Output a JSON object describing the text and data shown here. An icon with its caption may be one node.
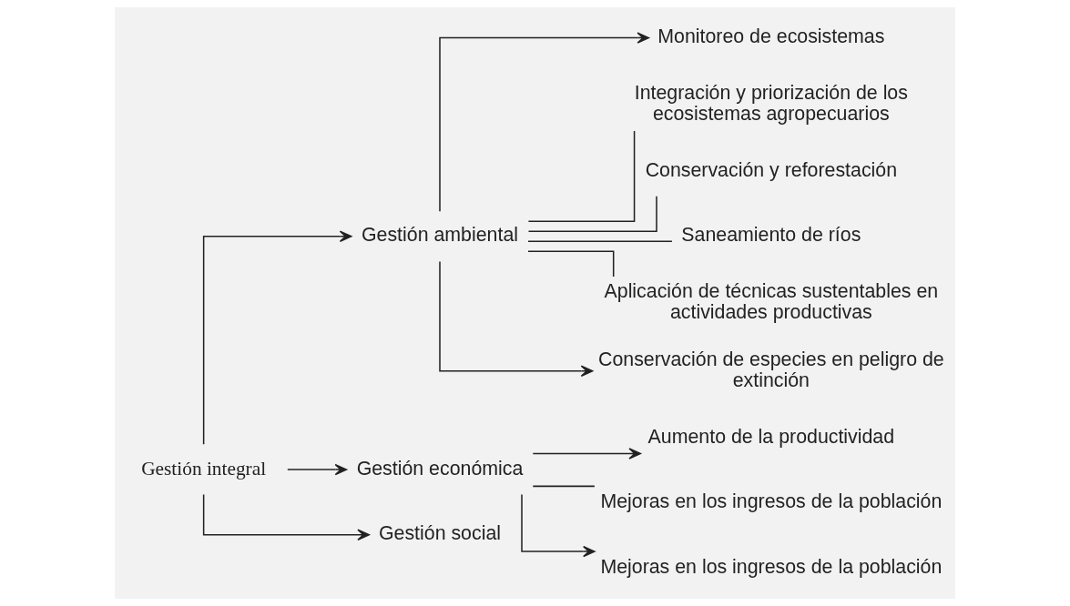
{
  "diagram": {
    "nodes": [
      {
        "text": [
          "Gestión integral"
        ]
      },
      {
        "text": [
          "Gestión ambiental"
        ]
      },
      {
        "text": [
          "Gestión económica"
        ]
      },
      {
        "text": [
          "Gestión social"
        ]
      },
      {
        "text": [
          "Monitoreo de ecosistemas"
        ]
      },
      {
        "text": [
          "Integración y priorización de los ecosistemas agropecuarios"
        ]
      },
      {
        "text": [
          "Conservación y reforestación"
        ]
      },
      {
        "text": [
          "Saneamiento de ríos"
        ]
      },
      {
        "text": [
          "Aplicación de técnicas sustentables en actividades productivas"
        ]
      },
      {
        "text": [
          "Conservación de especies en peligro de extinción"
        ]
      },
      {
        "text": [
          "Aumento de la productividad"
        ]
      },
      {
        "text": [
          "Mejoras en los ingresos de la población"
        ]
      },
      {
        "text": [
          "Mejoras en los ingresos de la población"
        ]
      }
    ],
    "edges": [
      {
        "from": 0,
        "to": 1,
        "arrow": "to"
      },
      {
        "from": 0,
        "to": 2,
        "arrow": "to"
      },
      {
        "from": 0,
        "to": 3,
        "arrow": "to"
      },
      {
        "from": 1,
        "to": 4,
        "arrow": "to"
      },
      {
        "from": 1,
        "to": 5,
        "arrow": "none"
      },
      {
        "from": 1,
        "to": 6,
        "arrow": "none"
      },
      {
        "from": 1,
        "to": 7,
        "arrow": "none"
      },
      {
        "from": 1,
        "to": 8,
        "arrow": "none"
      },
      {
        "from": 1,
        "to": 9,
        "arrow": "to"
      },
      {
        "from": 2,
        "to": 10,
        "arrow": "to"
      },
      {
        "from": 2,
        "to": 11,
        "arrow": "none"
      },
      {
        "from": 2,
        "to": 12,
        "arrow": "to"
      }
    ]
  }
}
